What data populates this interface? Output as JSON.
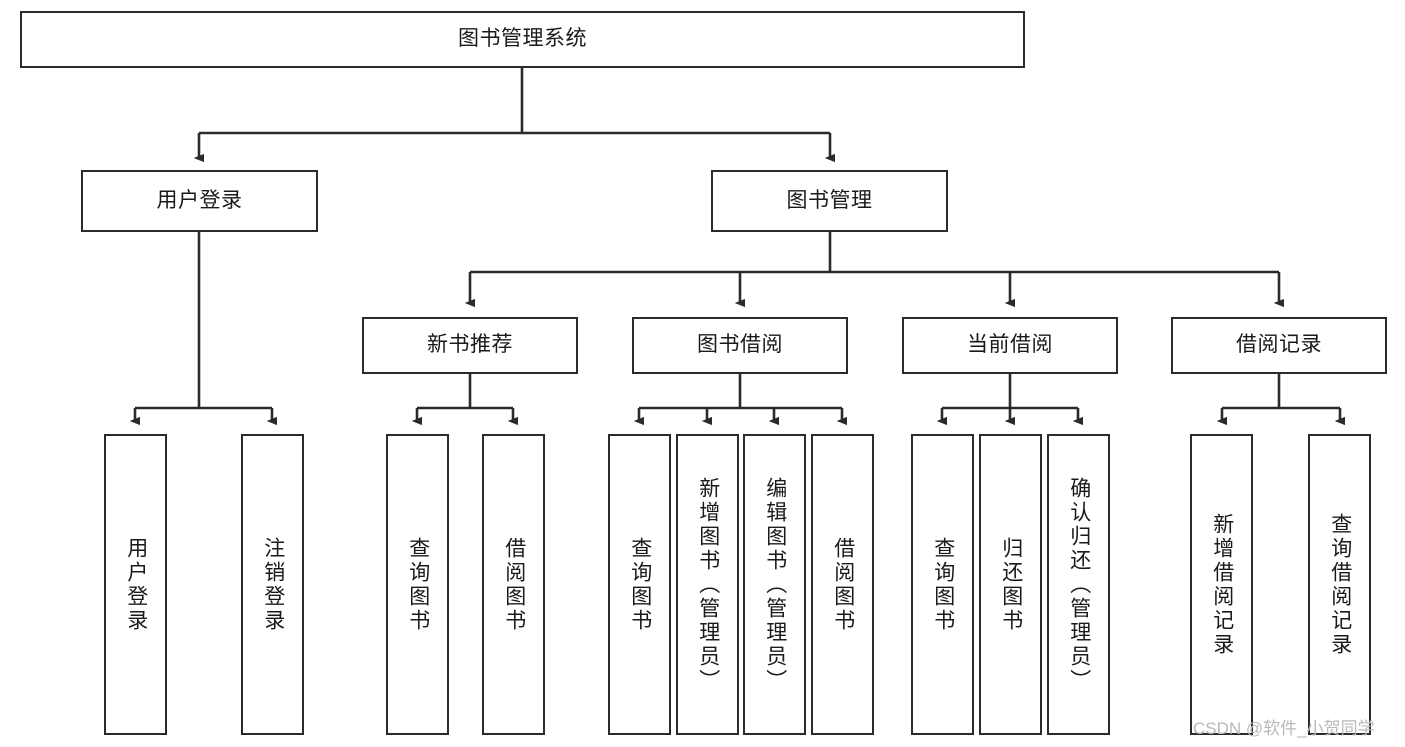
{
  "diagram": {
    "type": "hierarchy-tree",
    "title": "图书管理系统",
    "watermark": "CSDN @软件_小贺同学",
    "colors": {
      "stroke": "#2b2b2b",
      "fill": "#ffffff",
      "text": "#1a1a1a",
      "watermark": "#b9b9b9"
    },
    "nodes": {
      "root": {
        "label": "图书管理系统"
      },
      "level2": [
        {
          "label": "用户登录"
        },
        {
          "label": "图书管理"
        }
      ],
      "level3": [
        {
          "label": "新书推荐"
        },
        {
          "label": "图书借阅"
        },
        {
          "label": "当前借阅"
        },
        {
          "label": "借阅记录"
        }
      ],
      "leaves_user_login": [
        {
          "label": "用户登录"
        },
        {
          "label": "注销登录"
        }
      ],
      "leaves_new_book": [
        {
          "label": "查询图书"
        },
        {
          "label": "借阅图书"
        }
      ],
      "leaves_borrow": [
        {
          "label": "查询图书"
        },
        {
          "label": "新增图书（管理员）"
        },
        {
          "label": "编辑图书（管理员）"
        },
        {
          "label": "借阅图书"
        }
      ],
      "leaves_current": [
        {
          "label": "查询图书"
        },
        {
          "label": "归还图书"
        },
        {
          "label": "确认归还（管理员）"
        }
      ],
      "leaves_record": [
        {
          "label": "新增借阅记录"
        },
        {
          "label": "查询借阅记录"
        }
      ]
    }
  }
}
